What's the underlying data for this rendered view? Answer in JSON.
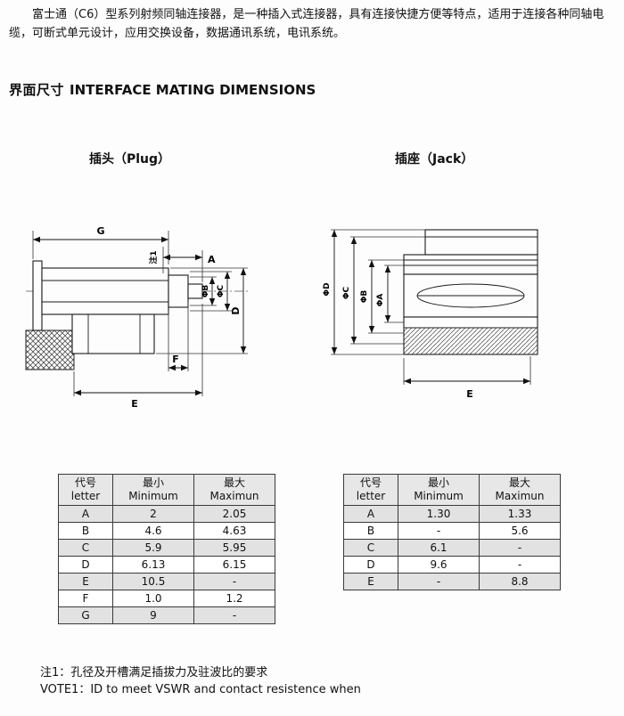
{
  "intro": {
    "text": "富士通（C6）型系列射频同轴连接器，是一种插入式连接器，具有连接快捷方便等特点，适用于连接各种同轴电缆，可断式单元设计，应用交换设备，数据通讯系统，电讯系统。"
  },
  "section": {
    "heading_cn": "界面尺寸",
    "heading_en": "INTERFACE MATING DIMENSIONS"
  },
  "plug": {
    "label": "插头（Plug）",
    "dims": {
      "G": "G",
      "note": "注1",
      "A": "A",
      "B": "ΦB",
      "C": "ΦC",
      "D": "D",
      "F": "F",
      "E": "E"
    }
  },
  "jack": {
    "label": "插座（Jack）",
    "dims": {
      "D": "ΦD",
      "C": "ΦC",
      "B": "ΦB",
      "A": "ΦA",
      "E": "E"
    }
  },
  "tables": {
    "headers": {
      "letter_cn": "代号",
      "letter_en": "letter",
      "min_cn": "最小",
      "min_en": "Minimum",
      "max_cn": "最大",
      "max_en": "Maximun"
    },
    "plug_rows": [
      {
        "letter": "A",
        "min": "2",
        "max": "2.05"
      },
      {
        "letter": "B",
        "min": "4.6",
        "max": "4.63"
      },
      {
        "letter": "C",
        "min": "5.9",
        "max": "5.95"
      },
      {
        "letter": "D",
        "min": "6.13",
        "max": "6.15"
      },
      {
        "letter": "E",
        "min": "10.5",
        "max": "-"
      },
      {
        "letter": "F",
        "min": "1.0",
        "max": "1.2"
      },
      {
        "letter": "G",
        "min": "9",
        "max": "-"
      }
    ],
    "jack_rows": [
      {
        "letter": "A",
        "min": "1.30",
        "max": "1.33"
      },
      {
        "letter": "B",
        "min": "-",
        "max": "5.6"
      },
      {
        "letter": "C",
        "min": "6.1",
        "max": "-"
      },
      {
        "letter": "D",
        "min": "9.6",
        "max": "-"
      },
      {
        "letter": "E",
        "min": "-",
        "max": "8.8"
      }
    ]
  },
  "notes": {
    "cn": "注1：孔径及开槽满足插拔力及驻波比的要求",
    "en": "VOTE1：ID to meet VSWR and contact resistence when"
  }
}
